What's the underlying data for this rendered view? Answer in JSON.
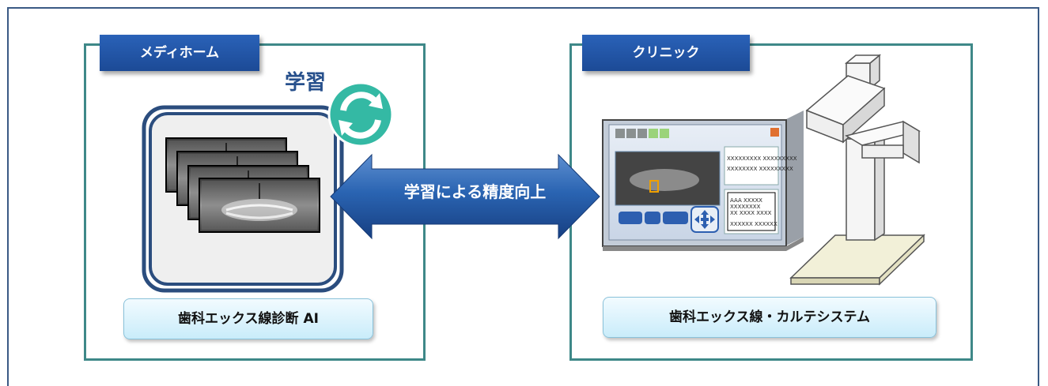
{
  "left_panel": {
    "tab": "メディホーム",
    "label": "学習",
    "caption": "歯科エックス線診断 AI"
  },
  "center": {
    "arrow_text": "学習による精度向上"
  },
  "right_panel": {
    "tab": "クリニック",
    "caption": "歯科エックス線・カルテシステム",
    "screen_text": {
      "line1": "XXXXXXXXX XXXXXXXXX",
      "line2": "XXXXXXXX XXXXXXXXX",
      "info1": "AAA XXXXX",
      "info2": "XXXXXXXX",
      "info3": "XX XXXX    XXXX",
      "info4": "XXXXXX XXXXXX"
    }
  },
  "colors": {
    "frame": "#3a5a85",
    "panel_border": "#3e8888",
    "tab": "#2a62b8",
    "arrow": "#1f5aa6",
    "sync_icon": "#34b9a4"
  }
}
